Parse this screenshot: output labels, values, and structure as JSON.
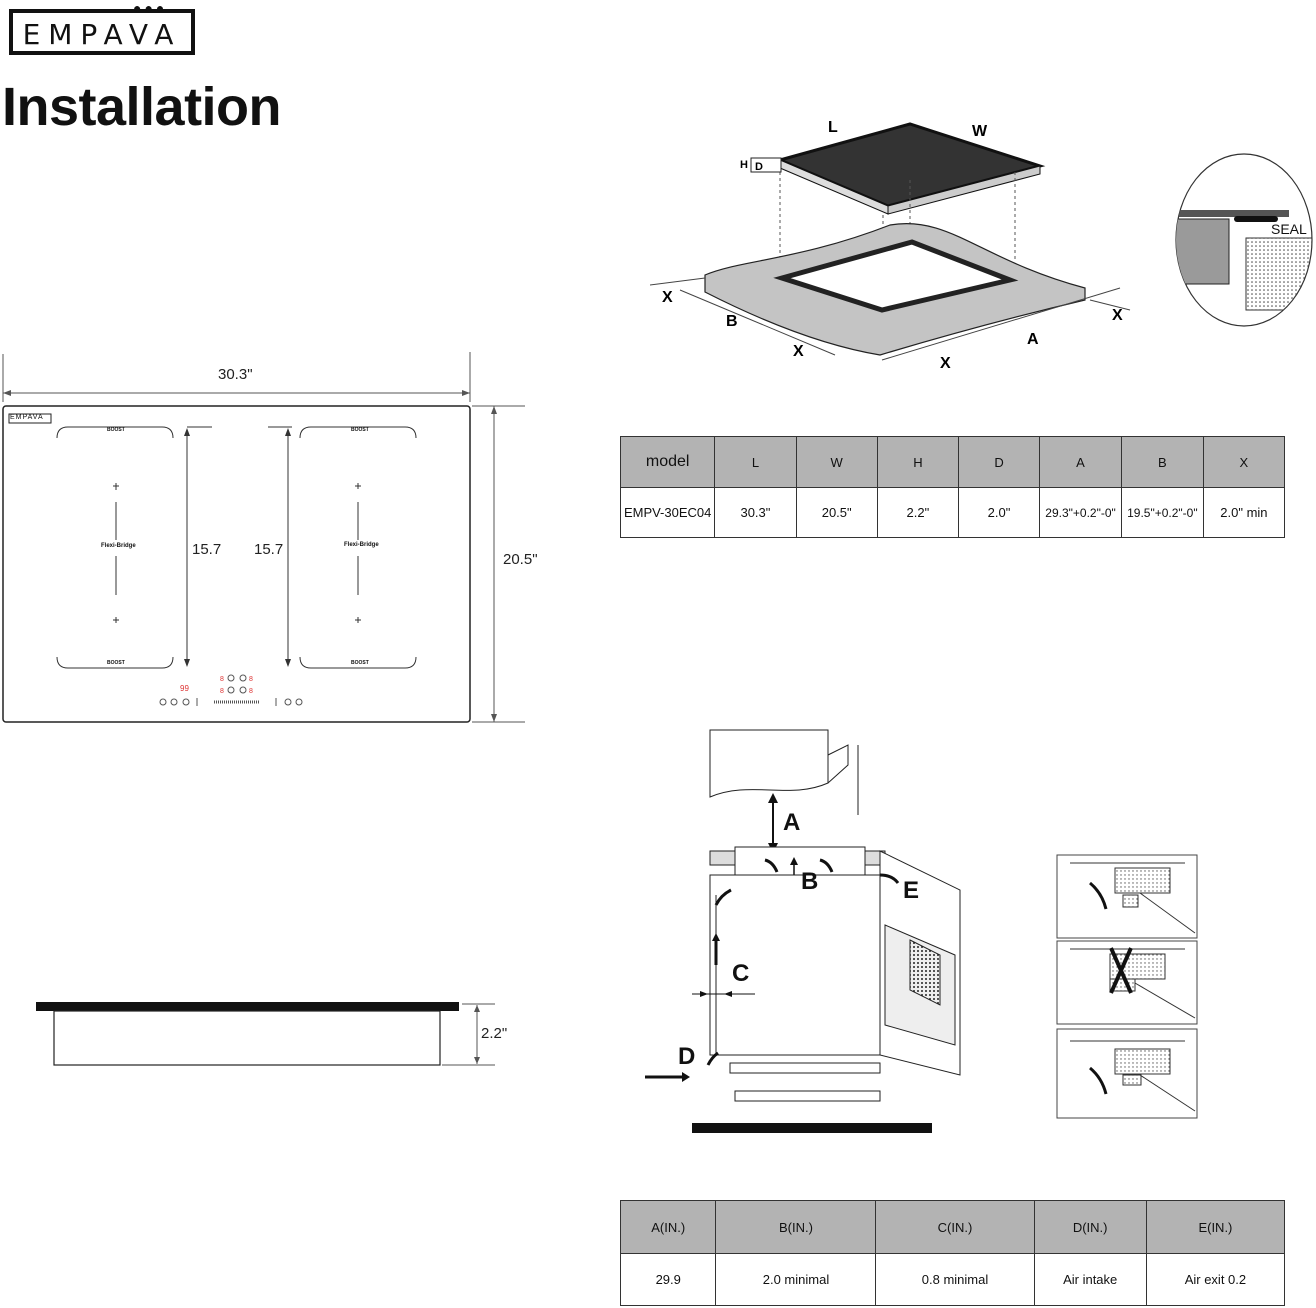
{
  "brand": {
    "logo_text": "EMPAVA"
  },
  "page": {
    "heading": "Installation"
  },
  "top_view": {
    "width_label": "30.3\"",
    "depth_label": "20.5\"",
    "zone_left_dim": "15.7",
    "zone_right_dim": "15.7",
    "zone_label": "Flexi-Bridge",
    "boost_label": "BOOST",
    "panel_logo": "EMPAVA",
    "display_timer": "99"
  },
  "side_view": {
    "height_label": "2.2\""
  },
  "cutout_diagram": {
    "labels": {
      "L": "L",
      "W": "W",
      "H": "H",
      "D": "D",
      "A": "A",
      "B": "B",
      "X": "X"
    },
    "seal_label": "SEAL"
  },
  "spec_table": {
    "headers": [
      "model",
      "L",
      "W",
      "H",
      "D",
      "A",
      "B",
      "X"
    ],
    "row": [
      "EMPV-30EC04",
      "30.3\"",
      "20.5\"",
      "2.2\"",
      "2.0\"",
      "29.3\"+0.2\"-0\"",
      "19.5\"+0.2\"-0\"",
      "2.0\" min"
    ]
  },
  "ventilation_diagram": {
    "labels": {
      "A": "A",
      "B": "B",
      "C": "C",
      "D": "D",
      "E": "E"
    }
  },
  "clearance_table": {
    "headers": [
      "A(IN.)",
      "B(IN.)",
      "C(IN.)",
      "D(IN.)",
      "E(IN.)"
    ],
    "row": [
      "29.9",
      "2.0 minimal",
      "0.8 minimal",
      "Air intake",
      "Air exit  0.2"
    ]
  },
  "colors": {
    "table_header_bg": "#b3b3b3",
    "ink": "#111111",
    "cooktop_glass": "#333333",
    "counter": "#c4c4c4"
  }
}
